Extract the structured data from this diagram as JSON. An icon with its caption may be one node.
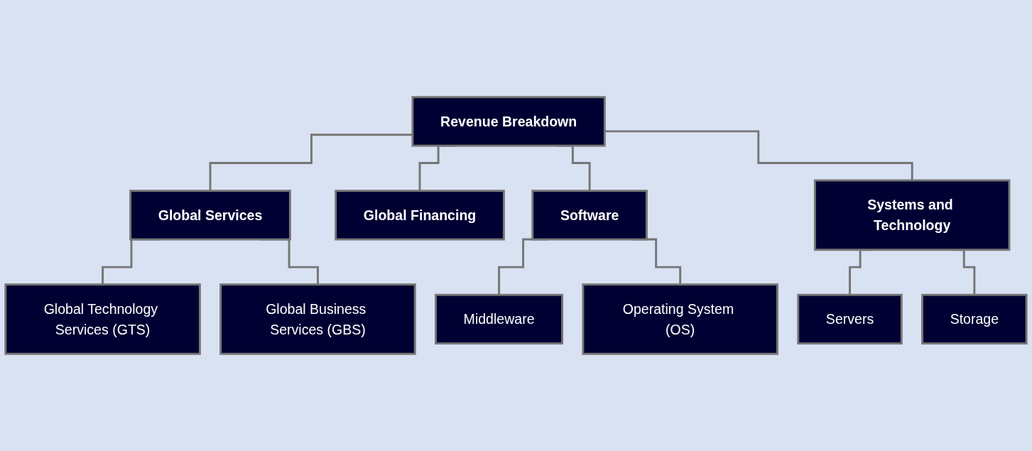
{
  "diagram": {
    "nodes": [
      {
        "text": [
          "Revenue Breakdown"
        ]
      },
      {
        "text": [
          "Global Services"
        ]
      },
      {
        "text": [
          "Global Financing"
        ]
      },
      {
        "text": [
          "Software"
        ]
      },
      {
        "text": [
          "Systems and Technology"
        ]
      },
      {
        "text": [
          "Global Technology Services (GTS)"
        ]
      },
      {
        "text": [
          "Global Business Services (GBS)"
        ]
      },
      {
        "text": [
          "Middleware"
        ]
      },
      {
        "text": [
          "Operating System (OS)"
        ]
      },
      {
        "text": [
          "Servers"
        ]
      },
      {
        "text": [
          "Storage"
        ]
      }
    ],
    "edges": [
      {
        "from": 0,
        "to": 1,
        "arrow": "none"
      },
      {
        "from": 0,
        "to": 2,
        "arrow": "none"
      },
      {
        "from": 0,
        "to": 3,
        "arrow": "none"
      },
      {
        "from": 0,
        "to": 4,
        "arrow": "none"
      },
      {
        "from": 1,
        "to": 5,
        "arrow": "none"
      },
      {
        "from": 1,
        "to": 6,
        "arrow": "none"
      },
      {
        "from": 3,
        "to": 7,
        "arrow": "none"
      },
      {
        "from": 3,
        "to": 8,
        "arrow": "none"
      },
      {
        "from": 4,
        "to": 9,
        "arrow": "none"
      },
      {
        "from": 4,
        "to": 10,
        "arrow": "none"
      }
    ]
  }
}
